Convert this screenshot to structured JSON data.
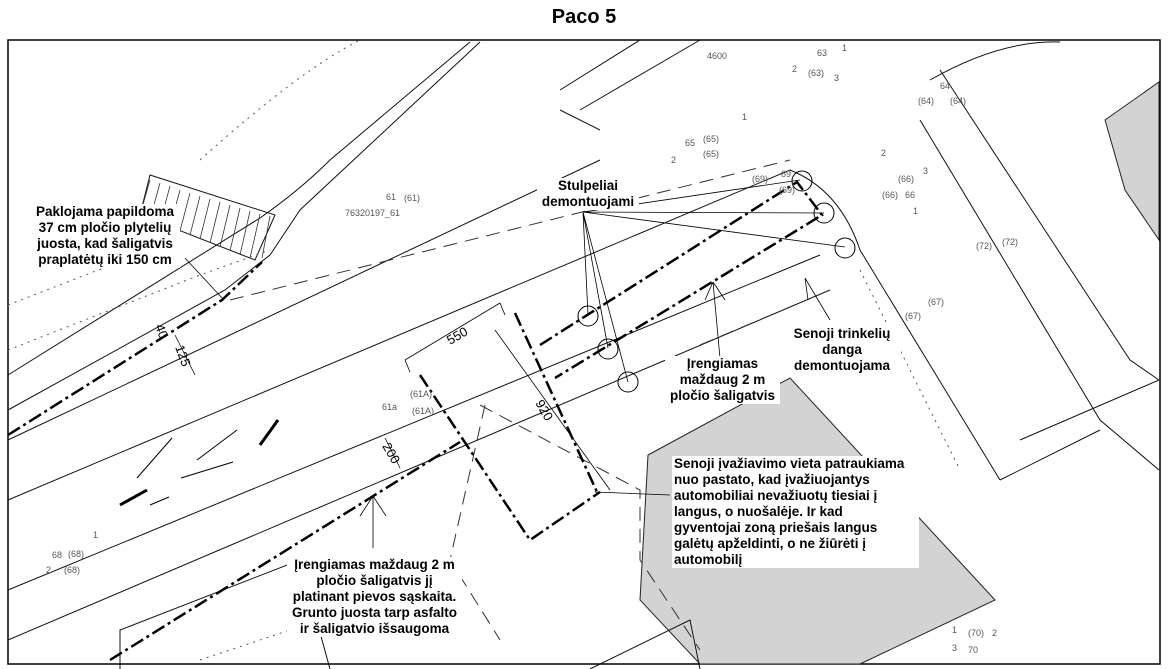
{
  "title": "Paco 5",
  "colors": {
    "building": "#d3d3d3",
    "line": "#000000",
    "minor_text": "#555555"
  },
  "annotations": {
    "tiles": [
      "Paklojama papildoma",
      "37 cm pločio plytelių",
      "juosta, kad šaligatvis",
      "praplatėtų iki 150 cm"
    ],
    "posts": [
      "Stulpeliai",
      "demontuojami"
    ],
    "sidewalk_right": [
      "Įrengiamas",
      "maždaug 2 m",
      "pločio šaligatvis"
    ],
    "old_paving": [
      "Senoji trinkelių",
      "danga",
      "demontuojama"
    ],
    "entrance": [
      "Senoji įvažiavimo vieta patraukiama",
      "nuo pastato, kad įvažiuojantys",
      "automobiliai nevažiuotų tiesiai į",
      "langus, o nuošalėje. Ir kad",
      "gyventojai zoną priešais langus",
      "galėtų apželdinti, o ne žiūrėti į",
      "automobilį"
    ],
    "sidewalk_bottom": [
      "Įrengiamas maždaug 2 m",
      "pločio šaligatvis jį",
      "platinant pievos sąskaita.",
      "Grunto juosta tarp asfalto",
      "ir šaligatvio išsaugoma"
    ]
  },
  "dimensions": {
    "d40": "40",
    "d125": "125",
    "d550": "550",
    "d920": "920",
    "d200": "200"
  },
  "map_labels": {
    "l4600": "4600",
    "l63a": "63",
    "l63b": "(63)",
    "l1a": "1",
    "l2a": "2",
    "l3a": "3",
    "l64a": "64",
    "l64b": "(64)",
    "l64c": "(64)",
    "l1b": "1",
    "l65a": "65",
    "l65b": "(65)",
    "l65c": "(65)",
    "l2b": "2",
    "l69a": "(69)",
    "l69b": "69",
    "l69c": "(69)",
    "l2c": "2",
    "l3b": "3",
    "l66a": "(66)",
    "l66b": "(66)",
    "l66c": "66",
    "l1c": "1",
    "l72a": "(72)",
    "l72b": "(72)",
    "l67a": "(67)",
    "l67b": "(67)",
    "l61a": "61",
    "l61b": "(61)",
    "parcel": "76320197_61",
    "l61A1": "(61A)",
    "l61A2": "61a",
    "l61A3": "(61A)",
    "l68a": "68",
    "l68b": "(68)",
    "l68c": "(68)",
    "l1d": "1",
    "l2d": "2",
    "l70a": "(70)",
    "l70b": "70",
    "l1e": "1",
    "l2e": "2",
    "l3c": "3"
  }
}
